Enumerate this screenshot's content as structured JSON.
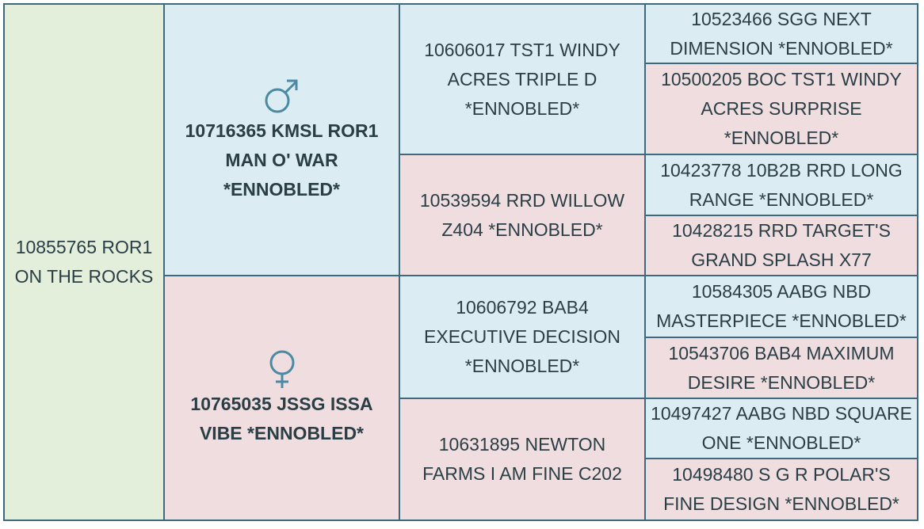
{
  "horse": {
    "name": "10855765 ROR1 ON THE ROCKS"
  },
  "sire": {
    "symbol": "male-symbol",
    "name": "10716365 KMSL ROR1 MAN O' WAR *ENNOBLED*",
    "sire": {
      "name": "10606017 TST1 WINDY ACRES TRIPLE D *ENNOBLED*",
      "sire": "10523466 SGG NEXT DIMENSION *ENNOBLED*",
      "dam": "10500205 BOC TST1 WINDY ACRES SURPRISE *ENNOBLED*"
    },
    "dam": {
      "name": "10539594 RRD WILLOW Z404 *ENNOBLED*",
      "sire": "10423778 10B2B RRD LONG RANGE *ENNOBLED*",
      "dam": "10428215 RRD TARGET'S GRAND SPLASH X77"
    }
  },
  "dam": {
    "symbol": "female-symbol",
    "name": "10765035 JSSG ISSA VIBE *ENNOBLED*",
    "sire": {
      "name": "10606792 BAB4 EXECUTIVE DECISION *ENNOBLED*",
      "sire": "10584305 AABG NBD MASTERPIECE *ENNOBLED*",
      "dam": "10543706 BAB4 MAXIMUM DESIRE *ENNOBLED*"
    },
    "dam": {
      "name": "10631895 NEWTON FARMS I AM FINE C202",
      "sire": "10497427 AABG NBD SQUARE ONE *ENNOBLED*",
      "dam": "10498480 S G R POLAR'S FINE DESIGN *ENNOBLED*"
    }
  },
  "colors": {
    "subject_bg": "#e3eedb",
    "male_bg": "#dcecf3",
    "female_bg": "#efdddf",
    "border": "#3d6b7d",
    "symbol": "#4a8aa3"
  }
}
